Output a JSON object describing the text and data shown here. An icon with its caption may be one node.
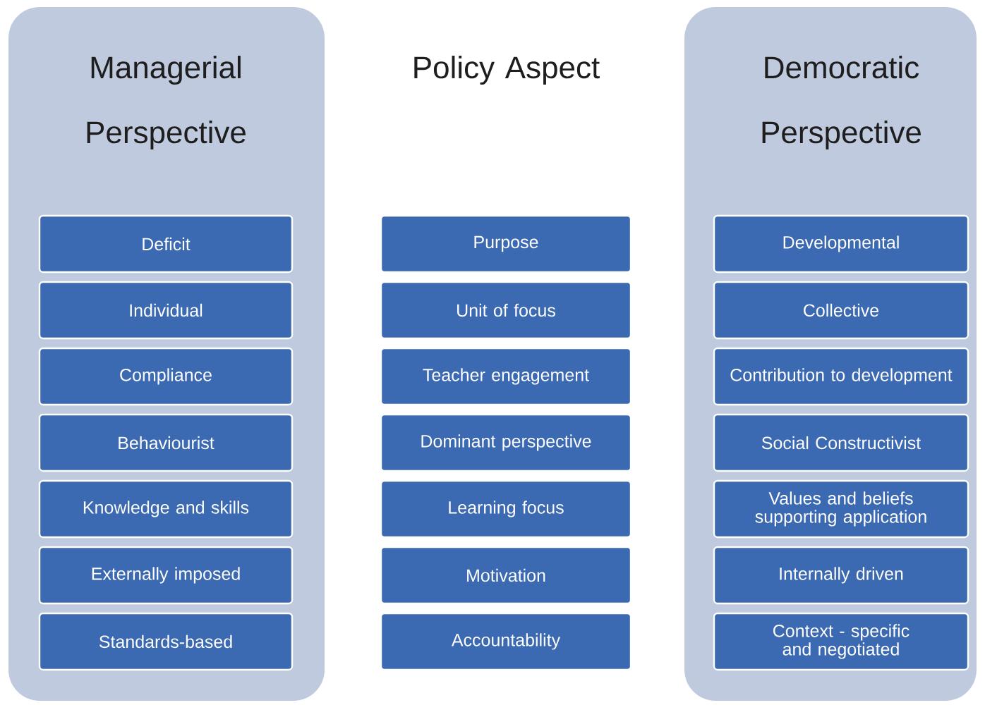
{
  "diagram": {
    "nodes": [
      {
        "text": [
          "Managerial Perspective"
        ]
      },
      {
        "text": [
          "Deficit"
        ],
        "in": 0
      },
      {
        "text": [
          "Individual"
        ],
        "in": 0
      },
      {
        "text": [
          "Compliance"
        ],
        "in": 0
      },
      {
        "text": [
          "Behaviourist"
        ],
        "in": 0
      },
      {
        "text": [
          "Knowledge and skills"
        ],
        "in": 0
      },
      {
        "text": [
          "Externally imposed"
        ],
        "in": 0
      },
      {
        "text": [
          "Standards-based"
        ],
        "in": 0
      },
      {
        "text": [
          "Purpose"
        ]
      },
      {
        "text": [
          "Unit of focus"
        ]
      },
      {
        "text": [
          "Teacher engagement"
        ]
      },
      {
        "text": [
          "Dominant perspective"
        ]
      },
      {
        "text": [
          "Learning focus"
        ]
      },
      {
        "text": [
          "Motivation"
        ]
      },
      {
        "text": [
          "Accountability"
        ]
      },
      {
        "text": [
          "Democratic Perspective"
        ]
      },
      {
        "text": [
          "Developmental"
        ],
        "in": 15
      },
      {
        "text": [
          "Collective"
        ],
        "in": 15
      },
      {
        "text": [
          "Contribution to development"
        ],
        "in": 15
      },
      {
        "text": [
          "Social Constructivist"
        ],
        "in": 15
      },
      {
        "text": [
          "Values and beliefs supporting application"
        ],
        "in": 15
      },
      {
        "text": [
          "Internally driven"
        ],
        "in": 15
      },
      {
        "text": [
          "Context - specific and negotiated"
        ],
        "in": 15
      }
    ],
    "labels": [
      "Policy Aspect"
    ]
  }
}
